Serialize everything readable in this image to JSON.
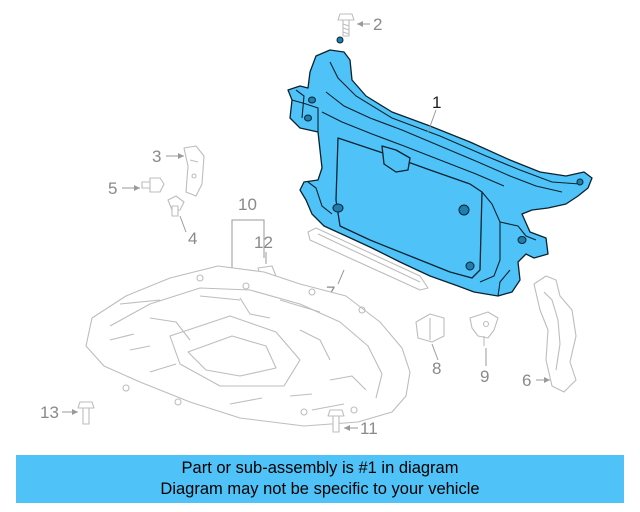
{
  "diagram": {
    "callouts": {
      "c1": "1",
      "c2": "2",
      "c3": "3",
      "c4": "4",
      "c5": "5",
      "c6": "6",
      "c7": "7",
      "c8": "8",
      "c9": "9",
      "c10": "10",
      "c11": "11",
      "c12": "12",
      "c13": "13"
    },
    "highlight_color": "#4fc3f7",
    "ghost_color": "#bdbdbd"
  },
  "banner": {
    "line1": "Part or sub-assembly is #1 in diagram",
    "line2": "Diagram may not be specific to your vehicle",
    "color": "#4fc3f7"
  }
}
